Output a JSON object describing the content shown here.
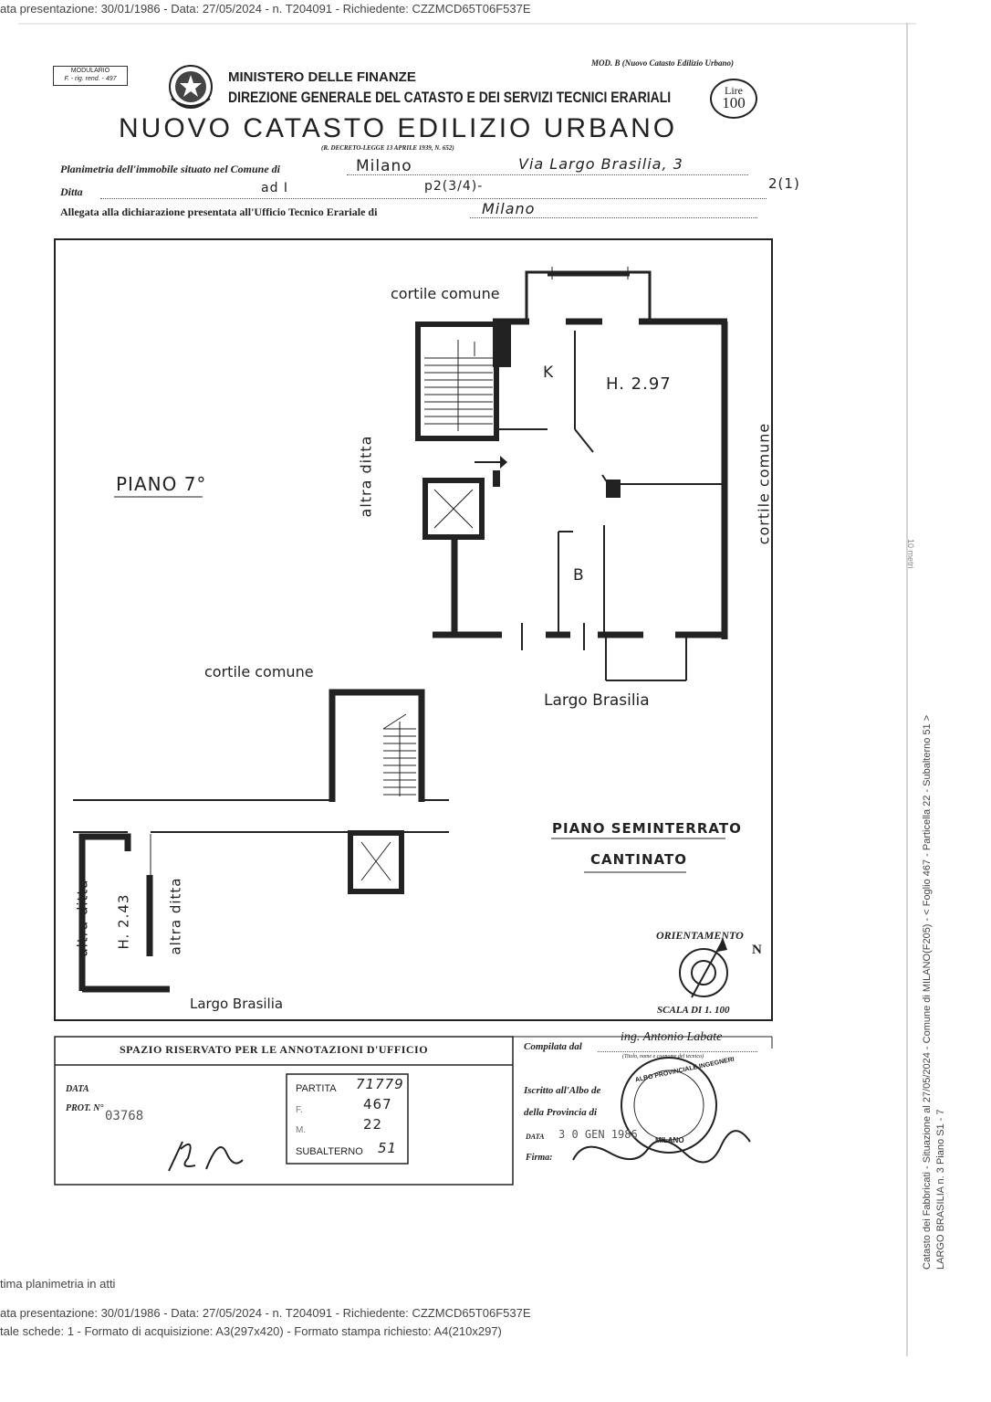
{
  "top_stamp": "ata presentazione: 30/01/1986 - Data: 27/05/2024 - n. T204091 - Richiedente: CZZMCD65T06F537E",
  "header": {
    "modulario_line1": "MODULARIO",
    "modulario_line2": "F. - rig. rend. - 497",
    "ministry": "MINISTERO DELLE FINANZE",
    "direction": "DIREZIONE GENERALE DEL CATASTO E DEI SERVIZI TECNICI ERARIALI",
    "title": "NUOVO CATASTO EDILIZIO URBANO",
    "decree": "(R. DECRETO-LEGGE 13 APRILE 1939, N. 652)",
    "mod": "MOD. B (Nuovo Catasto Edilizio Urbano)",
    "lire_label": "Lire",
    "lire_value": "100"
  },
  "form": {
    "planimetria_label": "Planimetria dell'immobile situato nel Comune di",
    "comune": "Milano",
    "via": "Via Largo Brasilia, 3",
    "ditta_label": "Ditta",
    "ditta_value": "ad I",
    "piano_code": "p2(3/4)-",
    "note_code": "2(1)",
    "allegata_label": "Allegata alla dichiarazione presentata all'Ufficio Tecnico Erariale di",
    "ufficio": "Milano"
  },
  "plan": {
    "cortile_top": "cortile comune",
    "k_label": "K",
    "height_label": "H. 2.97",
    "altra_ditta": "altra ditta",
    "cortile_right": "cortile comune",
    "piano_label": "PIANO 7°",
    "b_label": "B",
    "largo_top": "Largo Brasilia",
    "cortile_mid": "cortile comune",
    "seminterrato": "PIANO SEMINTERRATO",
    "cantinato": "CANTINATO",
    "altra_ditta_left": "altra ditta",
    "h_cellar": "H. 2.43",
    "altra_ditta_right": "altra ditta",
    "largo_bottom": "Largo Brasilia",
    "orientamento": "ORIENTAMENTO",
    "north": "N",
    "scala": "SCALA DI 1. 100"
  },
  "office": {
    "spazio": "SPAZIO RISERVATO PER LE ANNOTAZIONI D'UFFICIO",
    "data_label": "DATA",
    "prot_label": "PROT. N°",
    "prot_value": "03768",
    "partita_label": "PARTITA",
    "partita_value": "71779",
    "f_label": "F.",
    "f_value": "467",
    "m_label": "M.",
    "m_value": "22",
    "sub_label": "SUBALTERNO",
    "sub_value": "51",
    "compilata_label": "Compilata dal",
    "compilata_value": "ing. Antonio Labate",
    "compilata_note": "(Titolo, nome e cognome del tecnico)",
    "iscritto_label": "Iscritto all'Albo de",
    "provincia_label": "della Provincia di",
    "data2_label": "DATA",
    "data2_value": "3 0 GEN 1986",
    "firma_label": "Firma:",
    "seal_text": "ALBO PROVINCIALE INGEGNERI",
    "seal_city": "MILANO"
  },
  "footer": {
    "line1": "tima planimetria in atti",
    "line2": "ata presentazione: 30/01/1986 - Data: 27/05/2024 - n. T204091 - Richiedente: CZZMCD65T06F537E",
    "line3": "tale schede: 1 - Formato di acquisizione: A3(297x420) - Formato stampa richiesto: A4(210x297)"
  },
  "side": {
    "line1": "Catasto dei Fabbricati - Situazione al 27/05/2024 - Comune di MILANO(F205) - < Foglio 467 - Particella 22 - Subalterno 51 >",
    "line2": "LARGO BRASILIA n. 3 Piano S1 - 7",
    "scale_mark": "10 metri"
  }
}
